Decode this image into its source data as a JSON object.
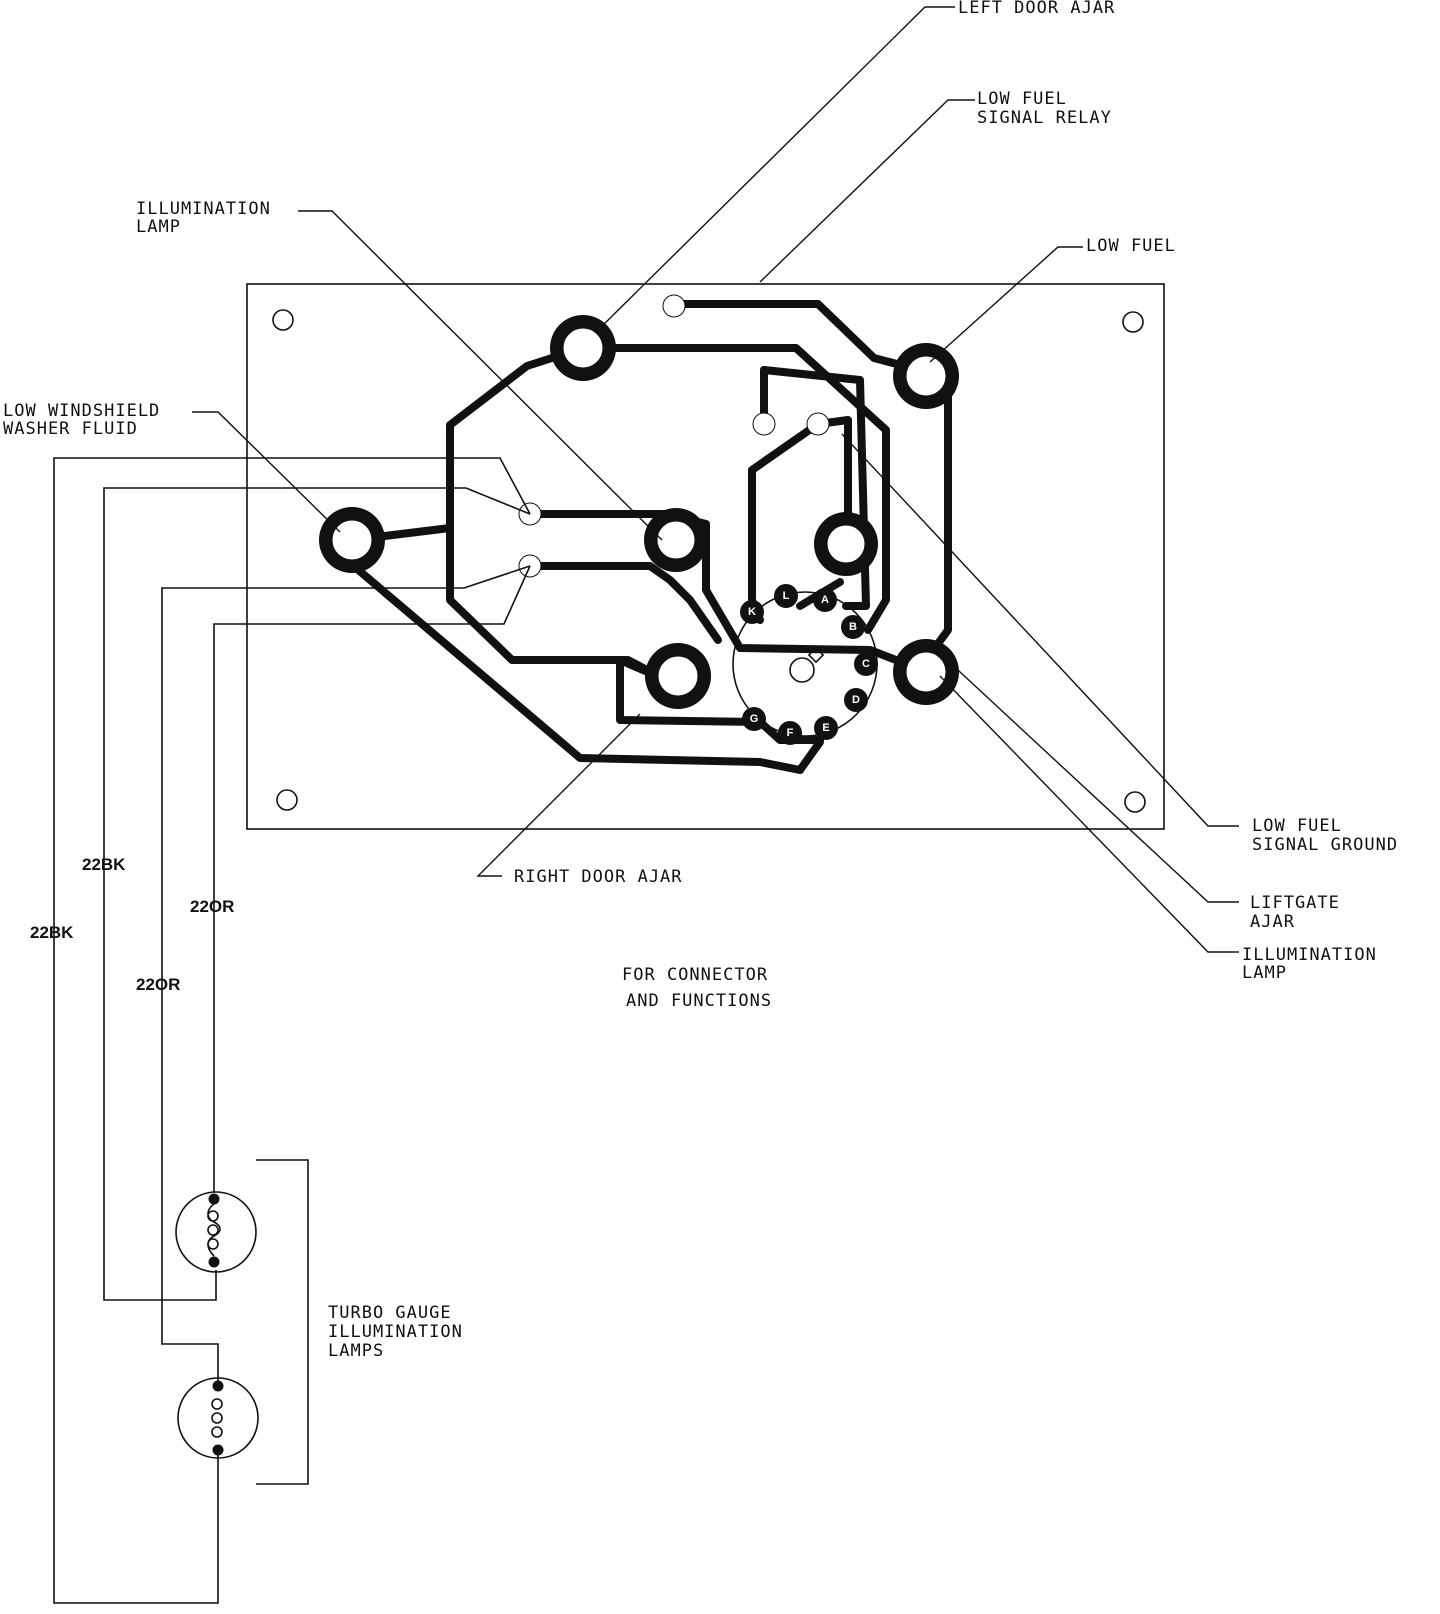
{
  "callouts": {
    "left_door_ajar": "LEFT DOOR AJAR",
    "low_fuel_signal_relay": [
      "LOW FUEL",
      "SIGNAL RELAY"
    ],
    "illumination_lamp_top": [
      "ILLUMINATION",
      "LAMP"
    ],
    "low_fuel": "LOW FUEL",
    "low_windshield_washer_fluid": [
      "LOW WINDSHIELD",
      "WASHER FLUID"
    ],
    "right_door_ajar": "RIGHT DOOR AJAR",
    "low_fuel_signal_ground": [
      "LOW FUEL",
      "SIGNAL GROUND"
    ],
    "liftgate_ajar": [
      "LIFTGATE",
      "AJAR"
    ],
    "illumination_lamp_right": [
      "ILLUMINATION",
      "LAMP"
    ]
  },
  "note": [
    "FOR  CONNECTOR",
    "AND FUNCTIONS"
  ],
  "wire_codes": {
    "bk_inner": "22BK",
    "bk_outer": "22BK",
    "or_inner": "22OR",
    "or_outer": "22OR"
  },
  "lamp_group_label": [
    "TURBO GAUGE",
    "ILLUMINATION",
    "LAMPS"
  ],
  "connector_pins": [
    "L",
    "A",
    "B",
    "C",
    "D",
    "E",
    "F",
    "G",
    "K"
  ]
}
